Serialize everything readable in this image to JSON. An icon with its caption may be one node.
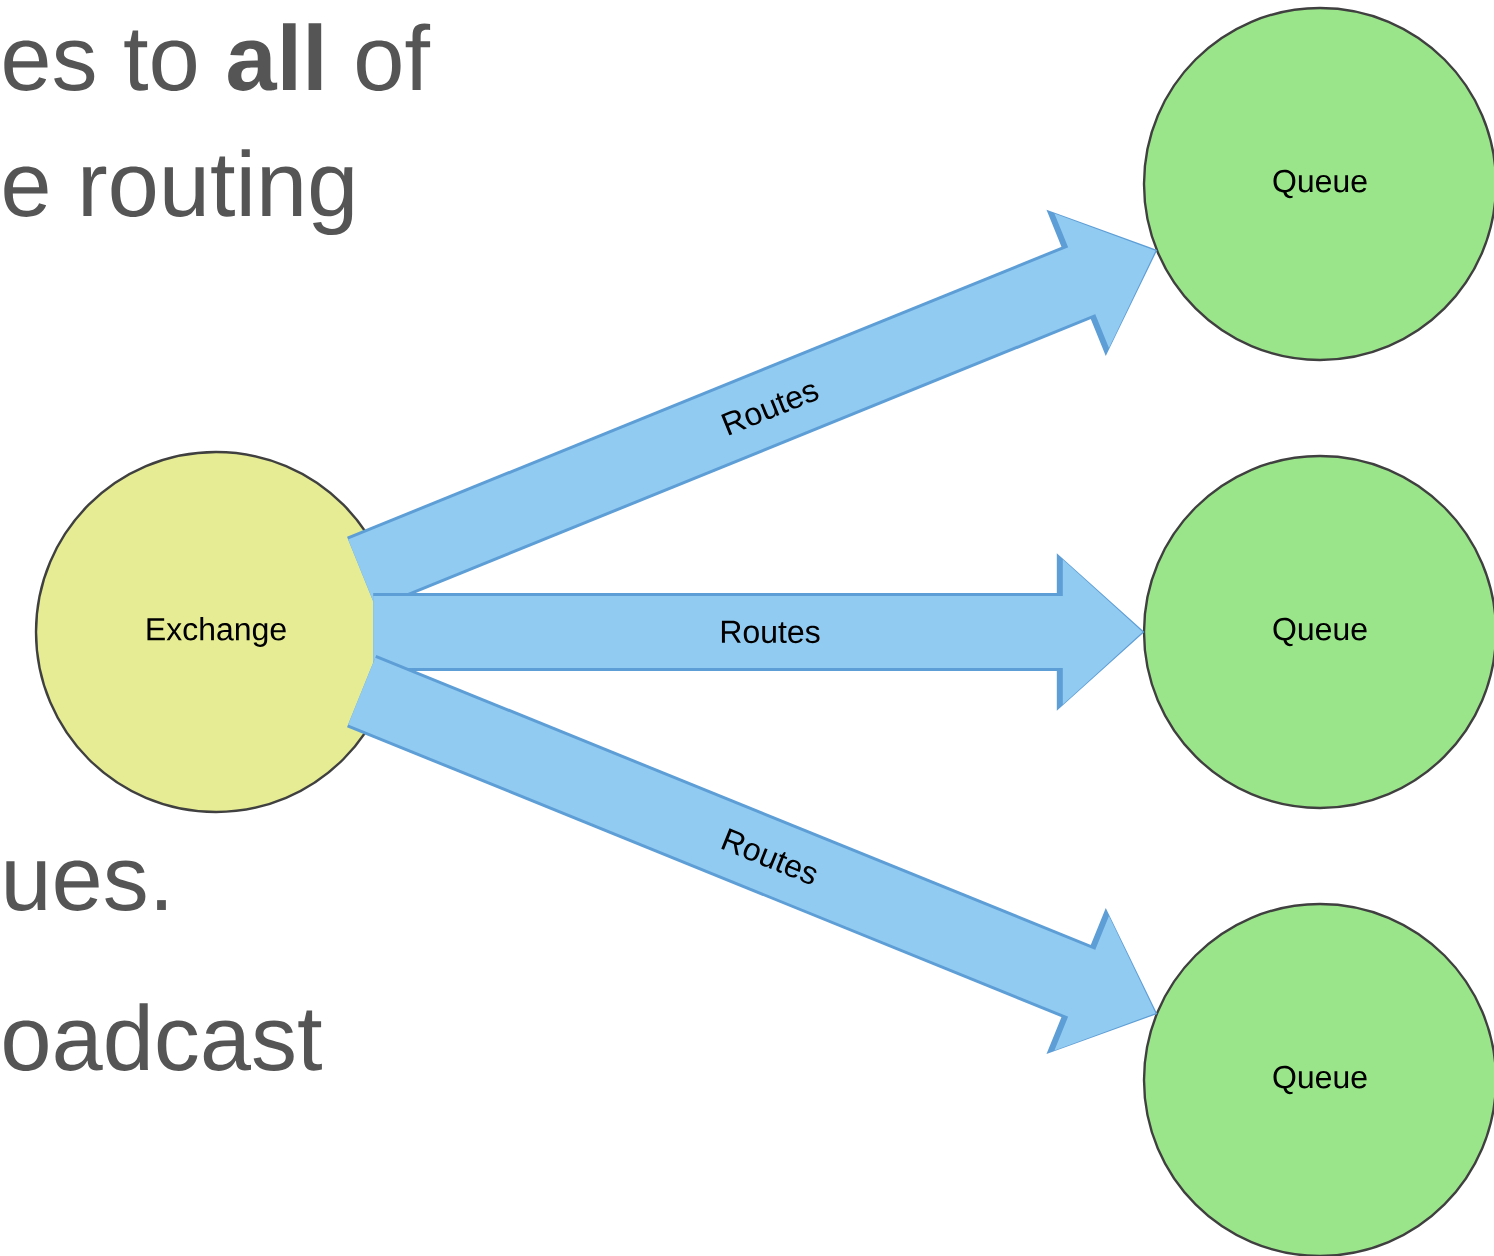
{
  "diagram": {
    "nodes": [
      {
        "text": [
          "Exchange"
        ]
      },
      {
        "text": [
          "Queue"
        ]
      },
      {
        "text": [
          "Queue"
        ]
      },
      {
        "text": [
          "Queue"
        ]
      }
    ],
    "edges": [
      {
        "from": 0,
        "to": 1,
        "arrow": "to",
        "label": "Routes"
      },
      {
        "from": 0,
        "to": 2,
        "arrow": "to",
        "label": "Routes"
      },
      {
        "from": 0,
        "to": 3,
        "arrow": "to",
        "label": "Routes"
      }
    ],
    "labels": [
      "es to **all** of",
      "e routing",
      "ues.",
      "oadcast"
    ]
  }
}
